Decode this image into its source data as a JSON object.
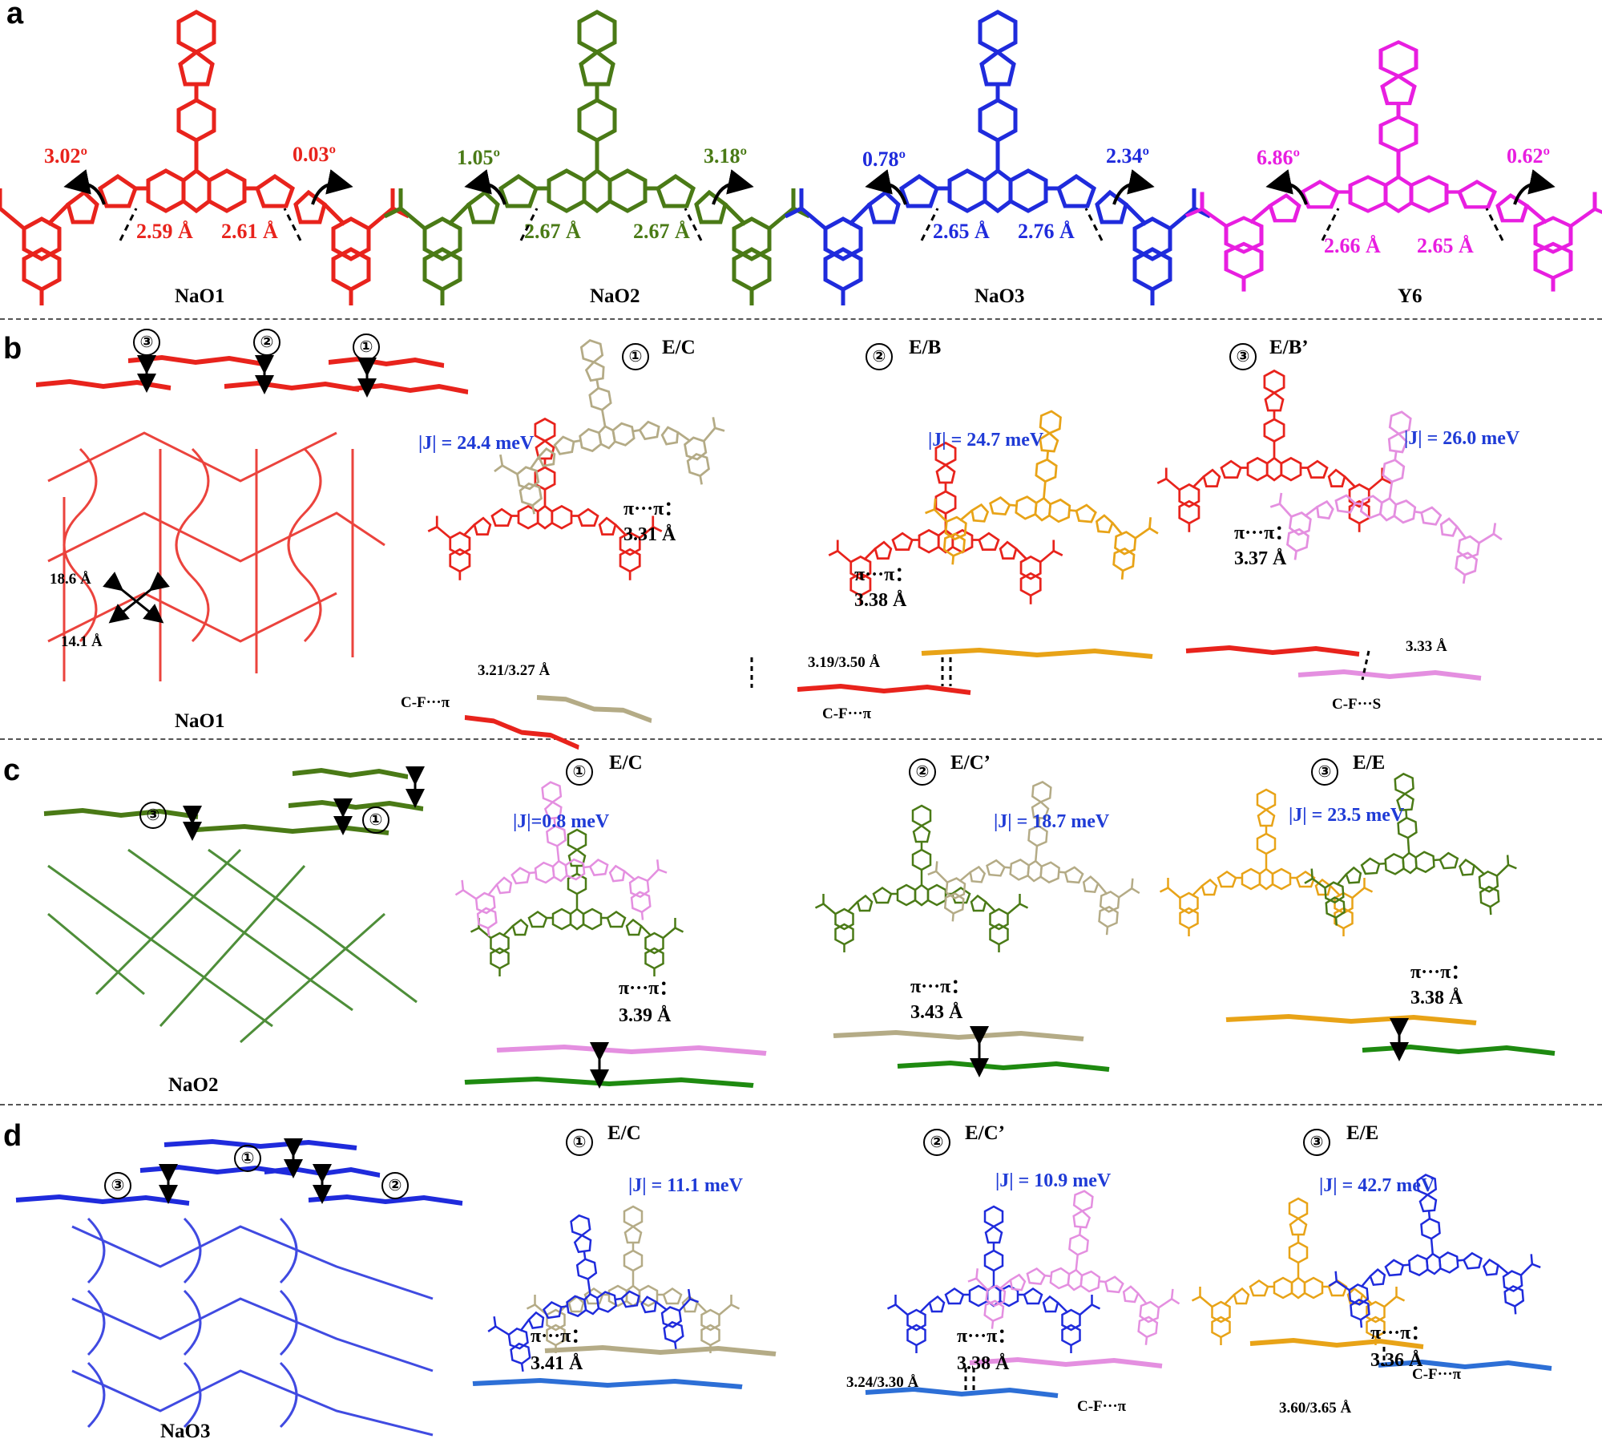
{
  "panels": {
    "a": {
      "letter": "a",
      "molecules": [
        {
          "name": "NaO1",
          "color": "#e8231c",
          "angle_left": "3.02º",
          "angle_right": "0.03º",
          "dist_left": "2.59 Å",
          "dist_right": "2.61 Å"
        },
        {
          "name": "NaO2",
          "color": "#4a7a16",
          "angle_left": "1.05º",
          "angle_right": "3.18º",
          "dist_left": "2.67 Å",
          "dist_right": "2.67 Å"
        },
        {
          "name": "NaO3",
          "color": "#1f2bdc",
          "angle_left": "0.78º",
          "angle_right": "2.34º",
          "dist_left": "2.65 Å",
          "dist_right": "2.76 Å"
        },
        {
          "name": "Y6",
          "color": "#e81ee0",
          "angle_left": "6.86º",
          "angle_right": "0.62º",
          "dist_left": "2.66 Å",
          "dist_right": "2.65 Å"
        }
      ]
    },
    "b": {
      "letter": "b",
      "packing_name": "NaO1",
      "pore_a": "18.6 Å",
      "pore_b": "14.1 Å",
      "stack_labels": [
        "③",
        "②",
        "①"
      ],
      "dimers": [
        {
          "num": "①",
          "title": "E/C",
          "J": "|J| = 24.4 meV",
          "pipi_label": "π···π：",
          "pipi": "3.31 Å",
          "contact_dist": "3.21/3.27 Å",
          "contact_type": "C-F···π"
        },
        {
          "num": "②",
          "title": "E/B",
          "J": "|J| = 24.7 meV",
          "pipi_label": "π···π：",
          "pipi": "3.38 Å",
          "contact_dist": "3.19/3.50 Å",
          "contact_type": "C-F···π"
        },
        {
          "num": "③",
          "title": "E/B’",
          "J": "|J| = 26.0 meV",
          "pipi_label": "π···π：",
          "pipi": "3.37 Å",
          "contact_dist": "3.33 Å",
          "contact_type": "C-F···S"
        }
      ]
    },
    "c": {
      "letter": "c",
      "packing_name": "NaO2",
      "stack_labels": [
        "③",
        "①"
      ],
      "dimers": [
        {
          "num": "①",
          "title": "E/C",
          "J": "|J|=0.8 meV",
          "pipi_label": "π···π：",
          "pipi": "3.39 Å"
        },
        {
          "num": "②",
          "title": "E/C’",
          "J": "|J| = 18.7 meV",
          "pipi_label": "π···π：",
          "pipi": "3.43 Å"
        },
        {
          "num": "③",
          "title": "E/E",
          "J": "|J| = 23.5 meV",
          "pipi_label": "π···π：",
          "pipi": "3.38 Å"
        }
      ]
    },
    "d": {
      "letter": "d",
      "packing_name": "NaO3",
      "stack_labels": [
        "①",
        "③",
        "②"
      ],
      "dimers": [
        {
          "num": "①",
          "title": "E/C",
          "J": "|J| = 11.1 meV",
          "pipi_label": "π···π：",
          "pipi": "3.41 Å"
        },
        {
          "num": "②",
          "title": "E/C’",
          "J": "|J| = 10.9 meV",
          "pipi_label": "π···π：",
          "pipi": "3.38 Å",
          "contact_dist": "3.24/3.30 Å",
          "contact_type": "C-F···π"
        },
        {
          "num": "③",
          "title": "E/E",
          "J": "|J| = 42.7 meV",
          "pipi_label": "π···π：",
          "pipi": "3.36 Å",
          "contact_dist": "3.60/3.65 Å",
          "contact_type": "C-F···π"
        }
      ]
    }
  },
  "colors": {
    "red": "#e8231c",
    "green": "#4a7a16",
    "blue": "#1f2bdc",
    "magenta": "#e81ee0",
    "olive": "#b4ab86",
    "orange": "#e8a317",
    "pink": "#e48fe0",
    "jtext": "#1f3bd6"
  }
}
